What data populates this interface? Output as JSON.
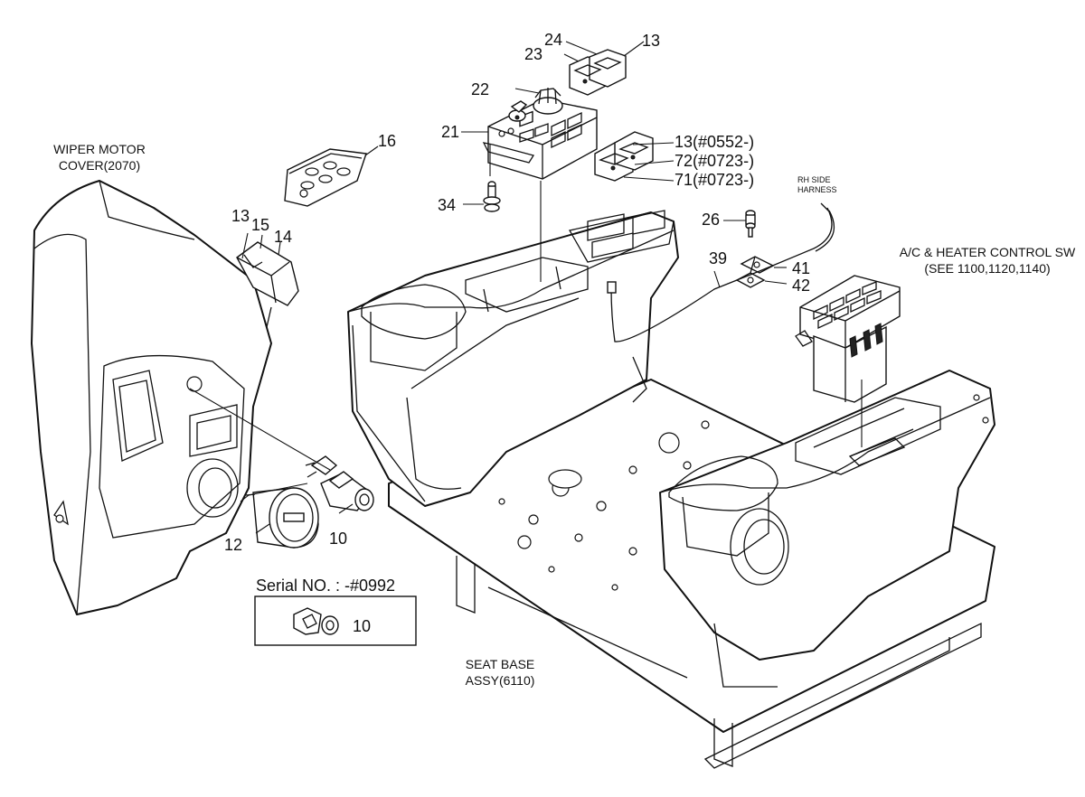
{
  "labels": {
    "wiper_cover_line1": "WIPER MOTOR",
    "wiper_cover_line2": "COVER(2070)",
    "seat_base_line1": "SEAT BASE",
    "seat_base_line2": "ASSY(6110)",
    "rh_harness_line1": "RH SIDE",
    "rh_harness_line2": "HARNESS",
    "ac_switch_line1": "A/C & HEATER CONTROL SW",
    "ac_switch_line2": "(SEE 1100,1120,1140)",
    "serial": "Serial NO. : -#0992"
  },
  "callouts": {
    "c24": "24",
    "c13_top": "13",
    "c23": "23",
    "c22": "22",
    "c21": "21",
    "c16": "16",
    "c13_0552": "13(#0552-)",
    "c72": "72(#0723-)",
    "c71": "71(#0723-)",
    "c34": "34",
    "c13_left": "13",
    "c15": "15",
    "c14": "14",
    "c26": "26",
    "c39": "39",
    "c41": "41",
    "c42": "42",
    "c12": "12",
    "c10": "10",
    "c10_inset": "10"
  }
}
